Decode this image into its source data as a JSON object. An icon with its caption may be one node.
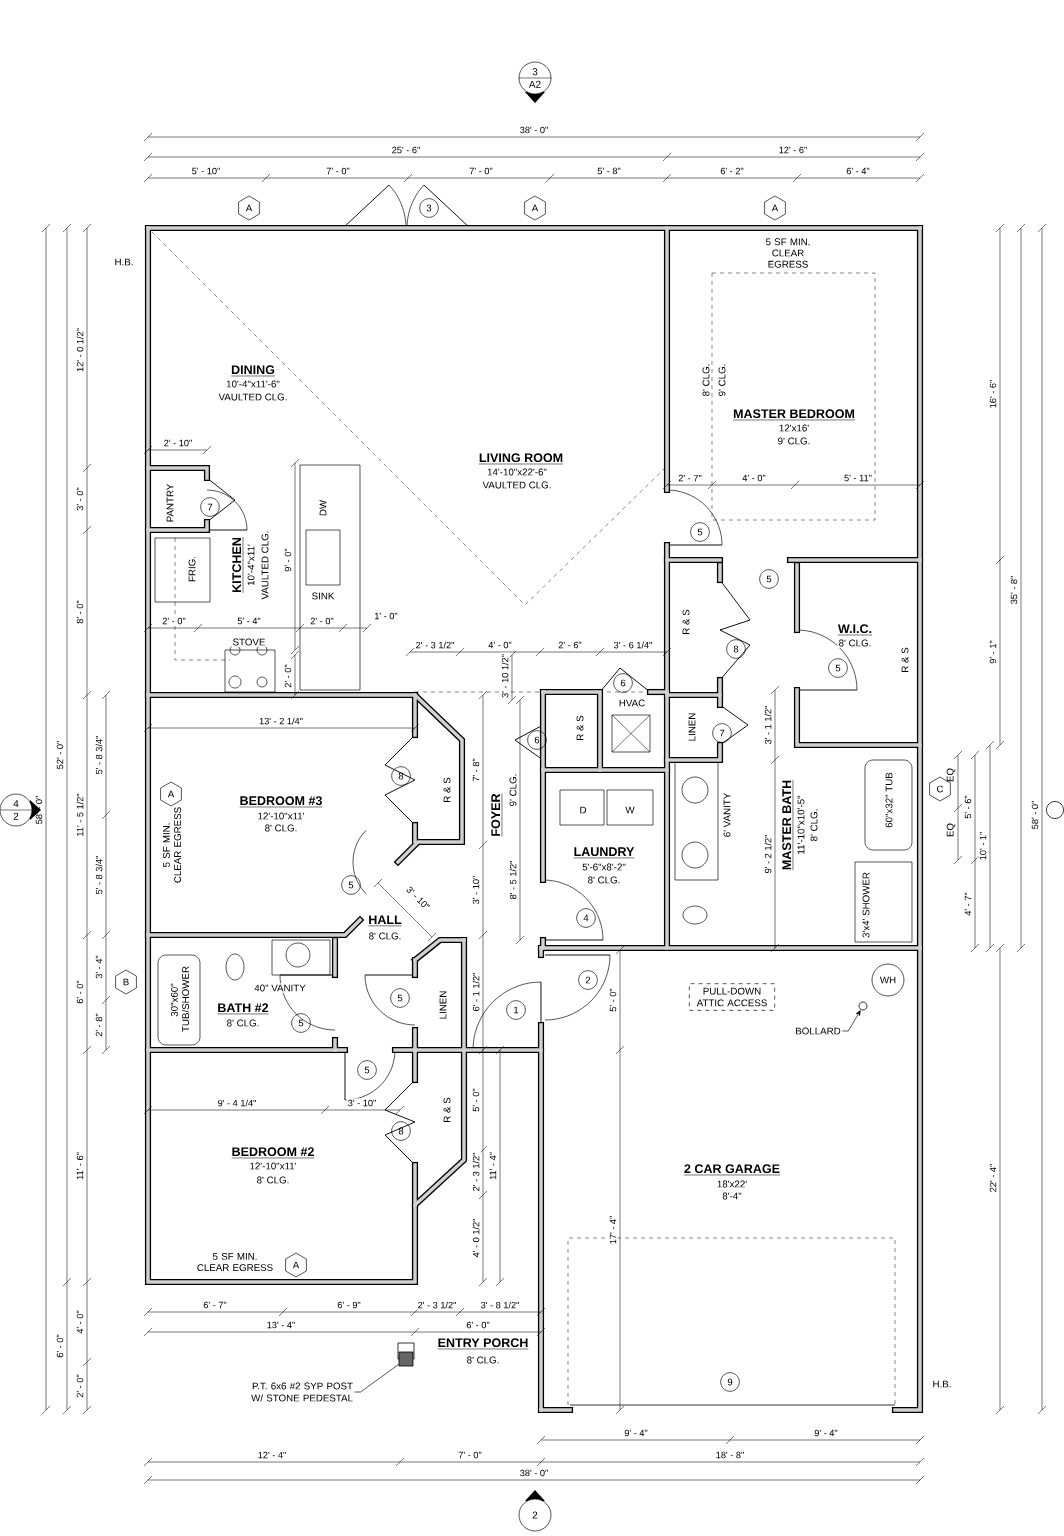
{
  "diagram": {
    "nodes": [
      {
        "text": [
          "3",
          "A2"
        ]
      },
      {
        "text": [
          "A"
        ]
      },
      {
        "text": [
          "3"
        ]
      },
      {
        "text": [
          "A"
        ]
      },
      {
        "text": [
          "A"
        ]
      },
      {
        "text": [
          "7"
        ]
      },
      {
        "text": [
          "5"
        ]
      },
      {
        "text": [
          "5"
        ]
      },
      {
        "text": [
          "8"
        ]
      },
      {
        "text": [
          "5"
        ]
      },
      {
        "text": [
          "6"
        ]
      },
      {
        "text": [
          "6"
        ]
      },
      {
        "text": [
          "7"
        ]
      },
      {
        "text": [
          "8"
        ]
      },
      {
        "text": [
          "A"
        ]
      },
      {
        "text": [
          "C"
        ]
      },
      {
        "text": [
          "4",
          "2"
        ]
      },
      {
        "text": [],
        "shape": "circle"
      },
      {
        "text": [
          "5"
        ]
      },
      {
        "text": [
          "4"
        ]
      },
      {
        "text": [
          "2"
        ]
      },
      {
        "text": [
          "B"
        ]
      },
      {
        "text": [
          "WH"
        ]
      },
      {
        "text": [
          "PULL-DOWN ATTIC ACCESS"
        ]
      },
      {
        "text": [
          "5"
        ]
      },
      {
        "text": [
          "1"
        ]
      },
      {
        "text": [
          "5"
        ]
      },
      {
        "text": [
          "BOLLARD"
        ]
      },
      {
        "text": [],
        "shape": "circle"
      },
      {
        "text": [
          "5"
        ]
      },
      {
        "text": [
          "8"
        ]
      },
      {
        "text": [
          "A"
        ]
      },
      {
        "text": [
          "P.T. 6x6 #2 SYP POST W/ STONE PEDESTAL"
        ]
      },
      {
        "text": [],
        "shape": "box"
      },
      {
        "text": [
          "9"
        ]
      },
      {
        "text": [
          "2"
        ]
      }
    ],
    "edges": [
      {
        "from": 27,
        "to": 28,
        "arrow": "to"
      },
      {
        "from": 32,
        "to": 33,
        "arrow": "none"
      }
    ],
    "labels": [
      "DINING",
      "10'-4\"x11'-6\"",
      "VAULTED CLG.",
      "LIVING ROOM",
      "14'-10\"x22'-6\"",
      "VAULTED CLG.",
      "5 SF MIN. CLEAR EGRESS",
      "8' CLG.",
      "9' CLG.",
      "MASTER BEDROOM",
      "12'x16'",
      "9' CLG.",
      "PANTRY",
      "KITCHEN",
      "10'-4\"x11'",
      "VAULTED CLG.",
      "FRIG.",
      "DW",
      "SINK",
      "STOVE",
      "HVAC",
      "R & S",
      "R & S",
      "LINEN",
      "W.I.C.",
      "8' CLG.",
      "R & S",
      "R & S",
      "BEDROOM #3",
      "12'-10\"x11'",
      "8' CLG.",
      "5 SF MIN. CLEAR EGRESS",
      "FOYER",
      "9' CLG.",
      "D",
      "W",
      "LAUNDRY",
      "5'-6\"x8'-2\"",
      "8' CLG.",
      "6' VANITY",
      "MASTER BATH",
      "11'-10\"x10'-5\"",
      "8' CLG.",
      "60\"x32\" TUB",
      "EQ",
      "EQ",
      "3'x4' SHOWER",
      "HALL",
      "8' CLG.",
      "40\" VANITY",
      "30\"x60\" TUB/SHOWER",
      "BATH #2",
      "8' CLG.",
      "LINEN",
      "R & S",
      "BEDROOM #2",
      "12'-10\"x11'",
      "8' CLG.",
      "5 SF MIN. CLEAR EGRESS",
      "2 CAR GARAGE",
      "18'x22'",
      "8'-4\"",
      "ENTRY PORCH",
      "8' CLG.",
      "H.B.",
      "H.B.",
      "38' - 0\"",
      "25' - 6\"",
      "12' - 6\"",
      "5' - 10\"",
      "7' - 0\"",
      "7' - 0\"",
      "5' - 8\"",
      "6' - 2\"",
      "6' - 4\"",
      "2' - 10\"",
      "12' - 0 1/2\"",
      "3' - 0\"",
      "8' - 0\"",
      "9' - 0\"",
      "2' - 0\"",
      "5' - 4\"",
      "2' - 0\"",
      "1' - 0\"",
      "2' - 0\"",
      "2' - 3 1/2\"",
      "4' - 0\"",
      "2' - 6\"",
      "3' - 6 1/4\"",
      "3' - 10 1/2\"",
      "2' - 7\"",
      "4' - 0\"",
      "5' - 11\"",
      "16' - 6\"",
      "35' - 8\"",
      "9' - 1\"",
      "13' - 2 1/4\"",
      "5' - 8 3/4\"",
      "5' - 8 3/4\"",
      "11' - 5 1/2\"",
      "52' - 0\"",
      "58' - 0\"",
      "3' - 1 1/2\"",
      "7' - 8\"",
      "8' - 5 1/2\"",
      "9' - 2 1/2\"",
      "5' - 6\"",
      "10' - 1\"",
      "58' - 0\"",
      "3' - 10\"",
      "3' - 10\"",
      "4' - 7\"",
      "3' - 4\"",
      "6' - 0\"",
      "6' - 1 1/2\"",
      "5' - 0\"",
      "2' - 8\"",
      "9' - 4 1/4\"",
      "3' - 10\"",
      "5' - 0\"",
      "11' - 6\"",
      "2' - 3 1/2\"",
      "11' - 4\"",
      "17' - 4\"",
      "22' - 4\"",
      "4' - 0 1/2\"",
      "6' - 7\"",
      "6' - 9\"",
      "2' - 3 1/2\"",
      "3' - 8 1/2\"",
      "13' - 4\"",
      "6' - 0\"",
      "4' - 0\"",
      "6' - 0\"",
      "2' - 0\"",
      "9' - 4\"",
      "9' - 4\"",
      "12' - 4\"",
      "7' - 0\"",
      "18' - 8\"",
      "38' - 0\""
    ]
  }
}
